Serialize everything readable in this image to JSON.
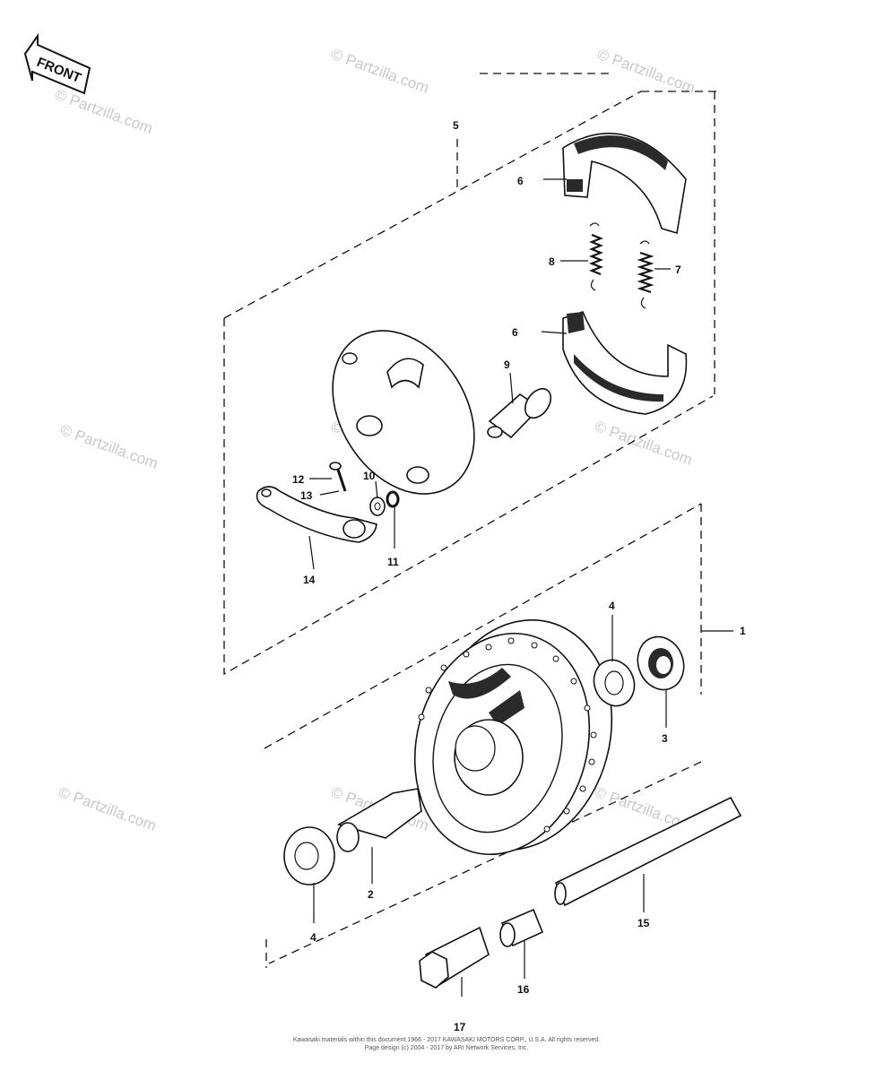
{
  "front_label": "FRONT",
  "watermark": "© Partzilla.com",
  "footer": {
    "line1": "Kawasaki materials within this document 1966 - 2017 KAWASAKI MOTORS CORP., U.S.A. All rights reserved.",
    "line2": "Page design (c) 2004 - 2017 by ARI Network Services, Inc."
  },
  "callouts": [
    "1",
    "2",
    "3",
    "4",
    "4",
    "5",
    "6",
    "6",
    "7",
    "8",
    "9",
    "10",
    "11",
    "12",
    "13",
    "14",
    "15",
    "16",
    "17"
  ]
}
